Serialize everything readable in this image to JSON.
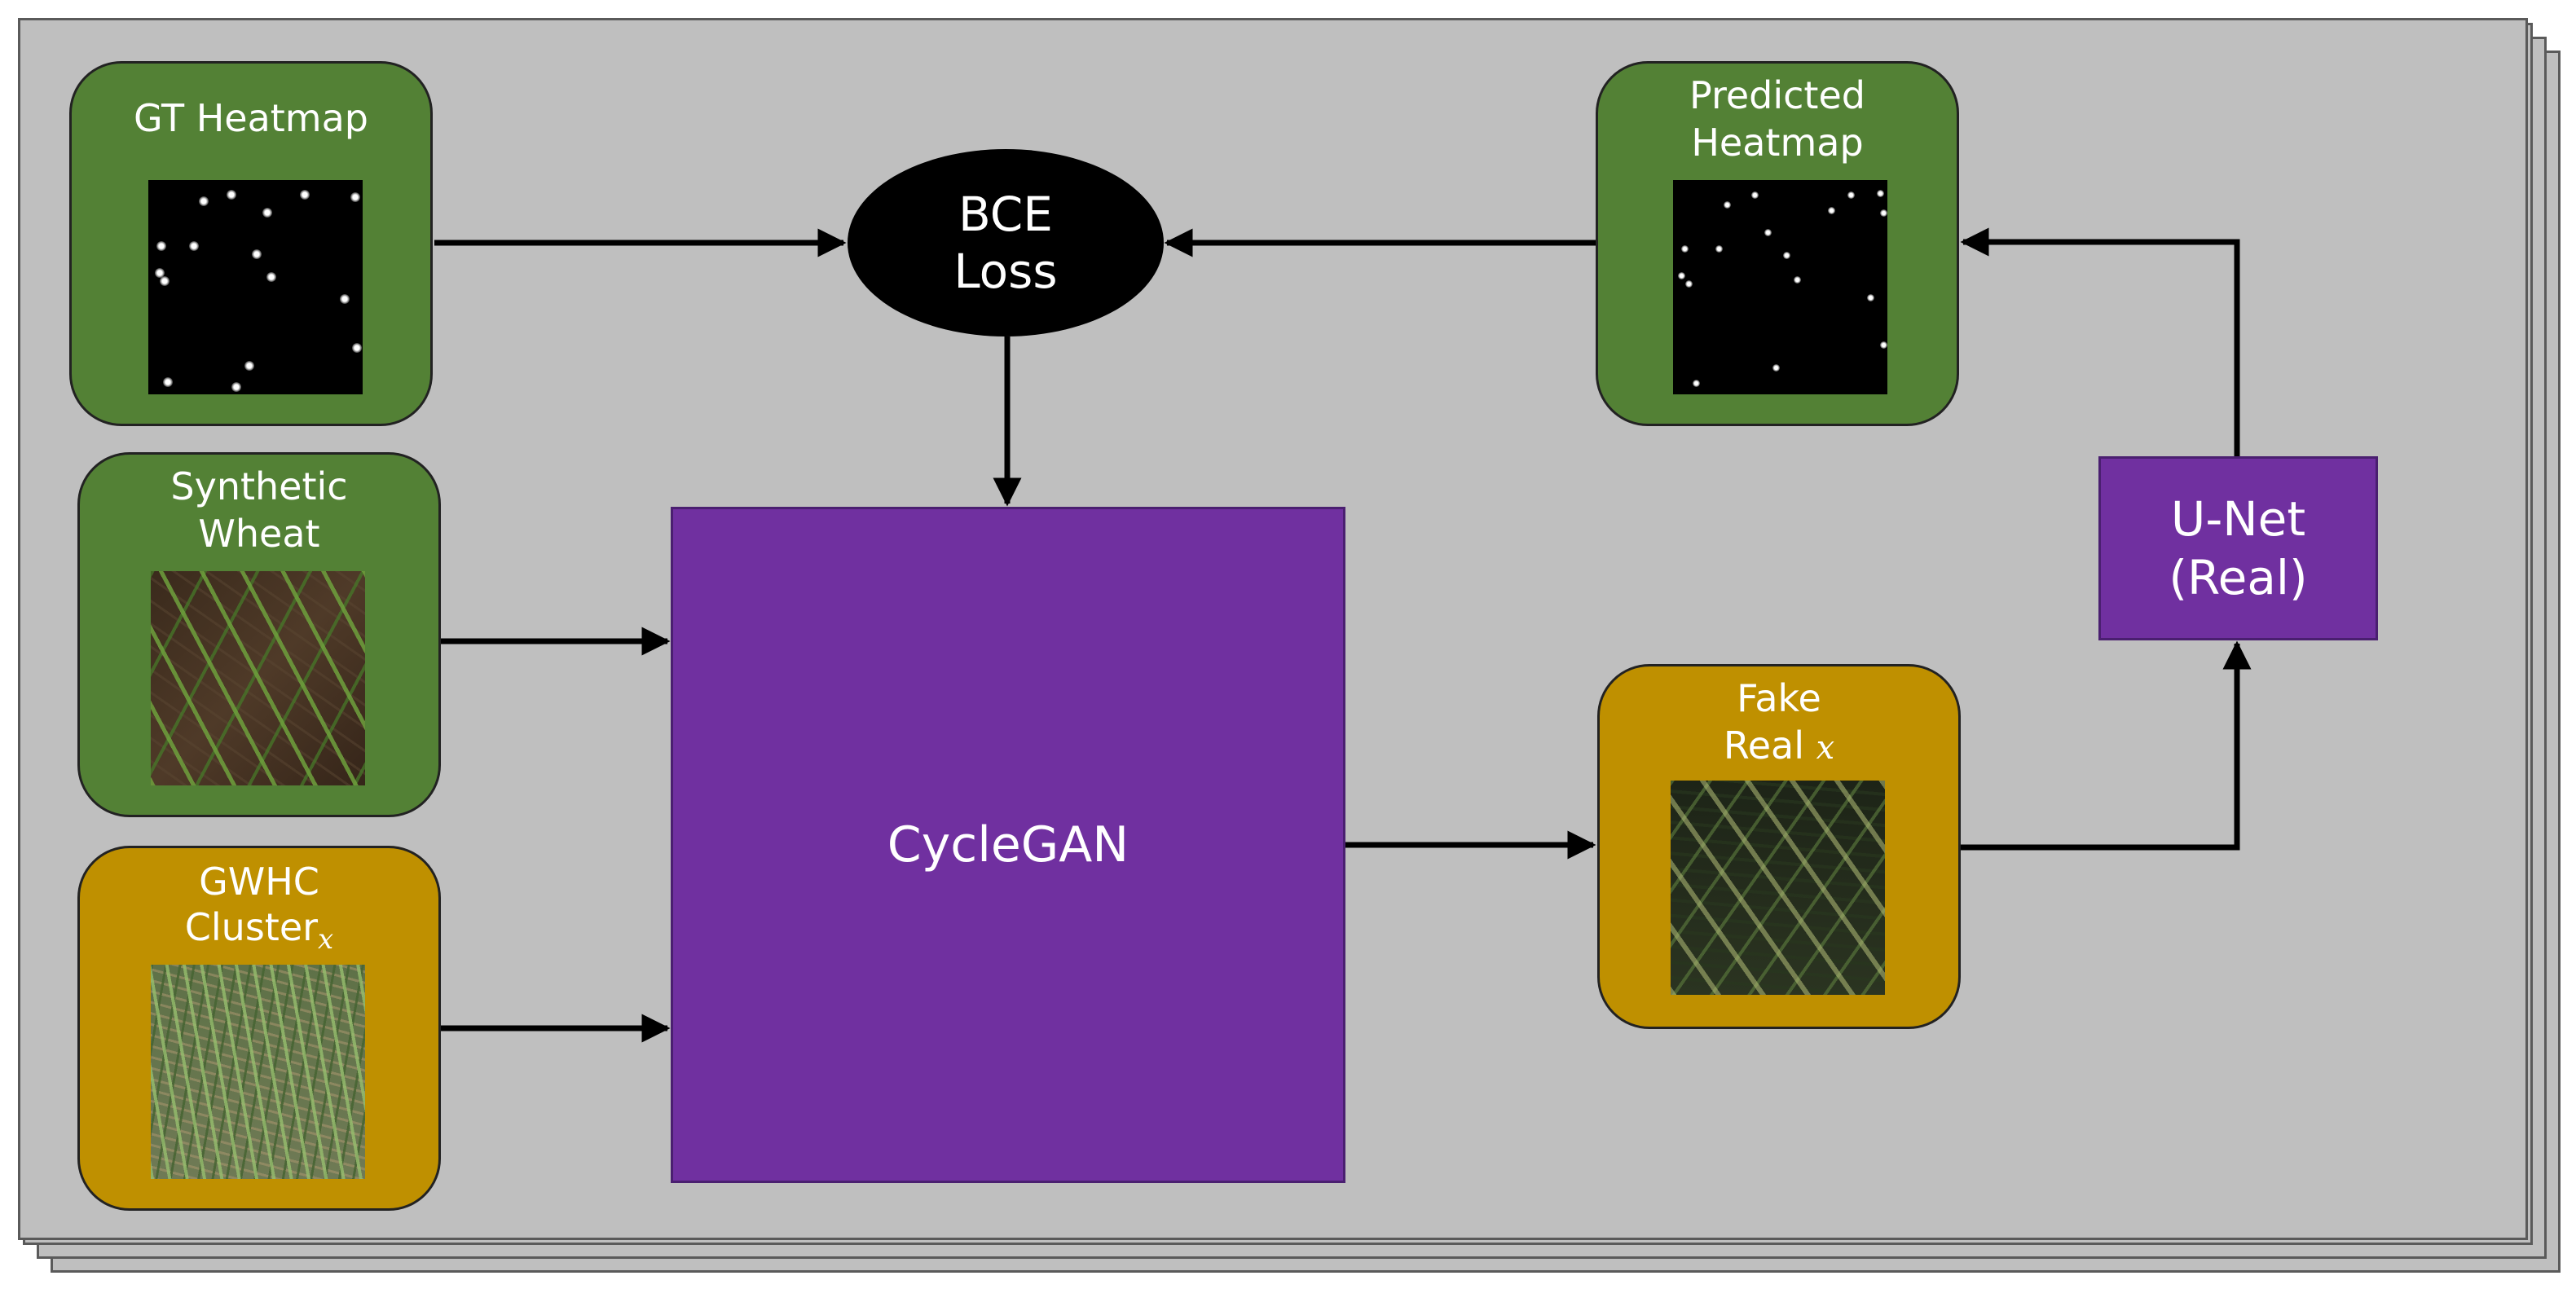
{
  "nodes": {
    "gt_heatmap": {
      "title": "GT Heatmap"
    },
    "predicted_heatmap": {
      "line1": "Predicted",
      "line2": "Heatmap"
    },
    "synthetic_wheat": {
      "line1": "Synthetic",
      "line2": "Wheat"
    },
    "gwhc_cluster": {
      "line1": "GWHC",
      "line2": "Cluster",
      "subscript": "x"
    },
    "fake_real": {
      "line1": "Fake",
      "line2": "Real",
      "var": "x"
    }
  },
  "loss": {
    "line1": "BCE",
    "line2": "Loss"
  },
  "cyclegan": {
    "label": "CycleGAN"
  },
  "unet": {
    "line1": "U-Net",
    "line2": "(Real)"
  },
  "colors": {
    "background_sheet": "#bfbfbf",
    "green_node": "#538135",
    "gold_node": "#bf9000",
    "purple_block": "#7030a0",
    "loss_ellipse": "#000000"
  },
  "icons": [
    "arrow-right",
    "arrow-left",
    "arrow-down",
    "arrow-up"
  ]
}
